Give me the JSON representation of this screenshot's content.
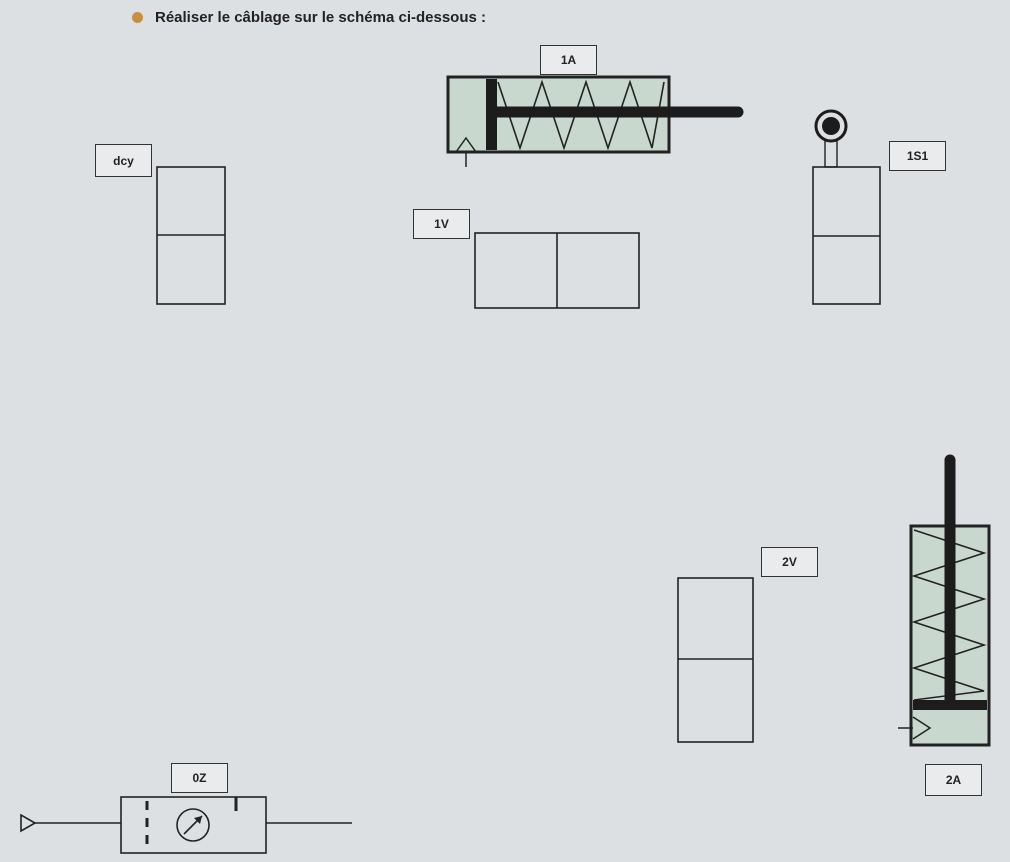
{
  "instruction": "Réaliser le câblage sur le schéma ci-dessous :",
  "colors": {
    "background": "#dde0e2",
    "bullet": "#c8903e",
    "cylinder_fill": "#c8d8cf",
    "stroke": "#222222",
    "rod": "#1c1c1c"
  },
  "labels": {
    "dcy": "dcy",
    "cyl_1a": "1A",
    "valve_1v": "1V",
    "sensor_1s1": "1S1",
    "valve_2v": "2V",
    "cyl_2a": "2A",
    "frl_0z": "0Z"
  }
}
